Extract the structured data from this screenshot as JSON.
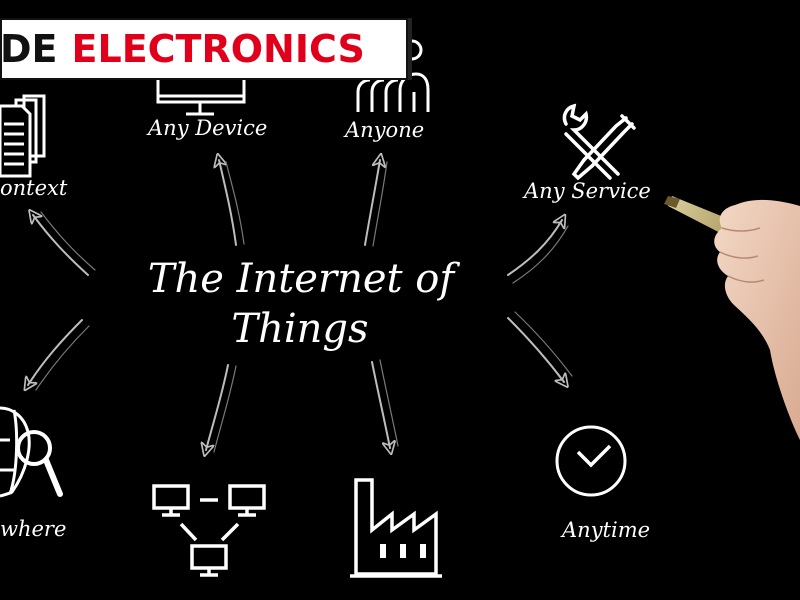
{
  "banner": {
    "part1": "DE",
    "part2": "ELECTRONICS",
    "accent_color": "#e0001b"
  },
  "center": {
    "line1": "The Internet of",
    "line2": "Things"
  },
  "nodes": {
    "any_device": {
      "label": "Any Device",
      "icon": "monitor-icon"
    },
    "anyone": {
      "label": "Anyone",
      "icon": "people-icon"
    },
    "any_context": {
      "label": "ontext",
      "icon": "documents-icon"
    },
    "any_service": {
      "label": "Any Service",
      "icon": "tools-icon"
    },
    "anywhere": {
      "label": "where",
      "icon": "globe-search-icon"
    },
    "network": {
      "icon": "network-computers-icon"
    },
    "industry": {
      "icon": "factory-icon"
    },
    "anytime": {
      "label": "Anytime",
      "icon": "clock-icon"
    }
  }
}
